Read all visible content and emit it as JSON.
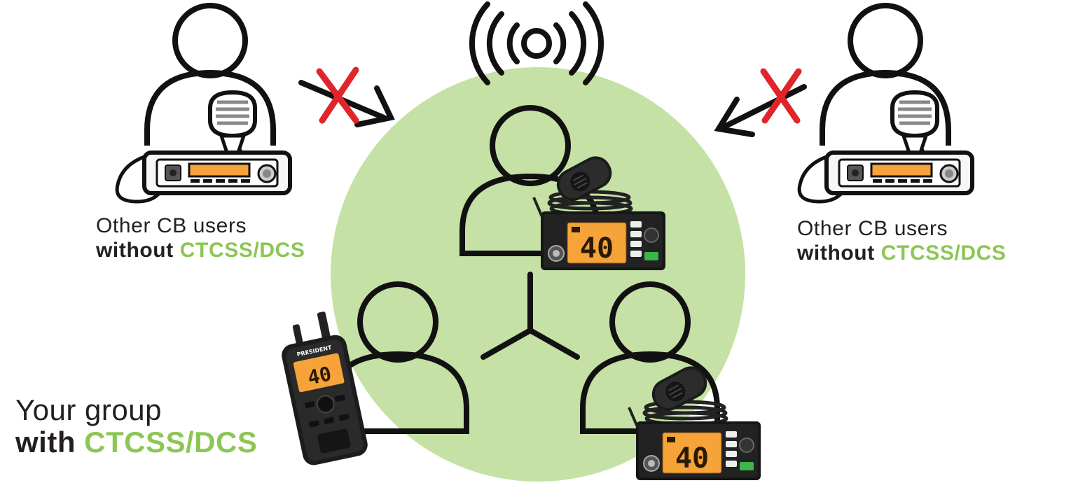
{
  "captions": {
    "left": {
      "line1": "Other CB users",
      "line2_prefix": "without",
      "line2_accent": "CTCSS/DCS"
    },
    "right": {
      "line1": "Other CB users",
      "line2_prefix": "without",
      "line2_accent": "CTCSS/DCS"
    },
    "group": {
      "line1": "Your group",
      "line2_prefix": "with",
      "line2_accent": "CTCSS/DCS"
    }
  },
  "radio_display": {
    "channel": "40"
  },
  "handheld_brand": "PRESIDENT",
  "colors": {
    "group_circle": "#c5e1a5",
    "accent_green": "#8cc653",
    "blocked_cross": "#e0242b",
    "outline": "#111111",
    "lcd_orange": "#f6a33a"
  },
  "icons": [
    "signal-broadcast-icon",
    "person-icon",
    "cb-radio-icon",
    "handheld-radio-icon",
    "blocked-arrow-icon",
    "group-link-icon"
  ]
}
